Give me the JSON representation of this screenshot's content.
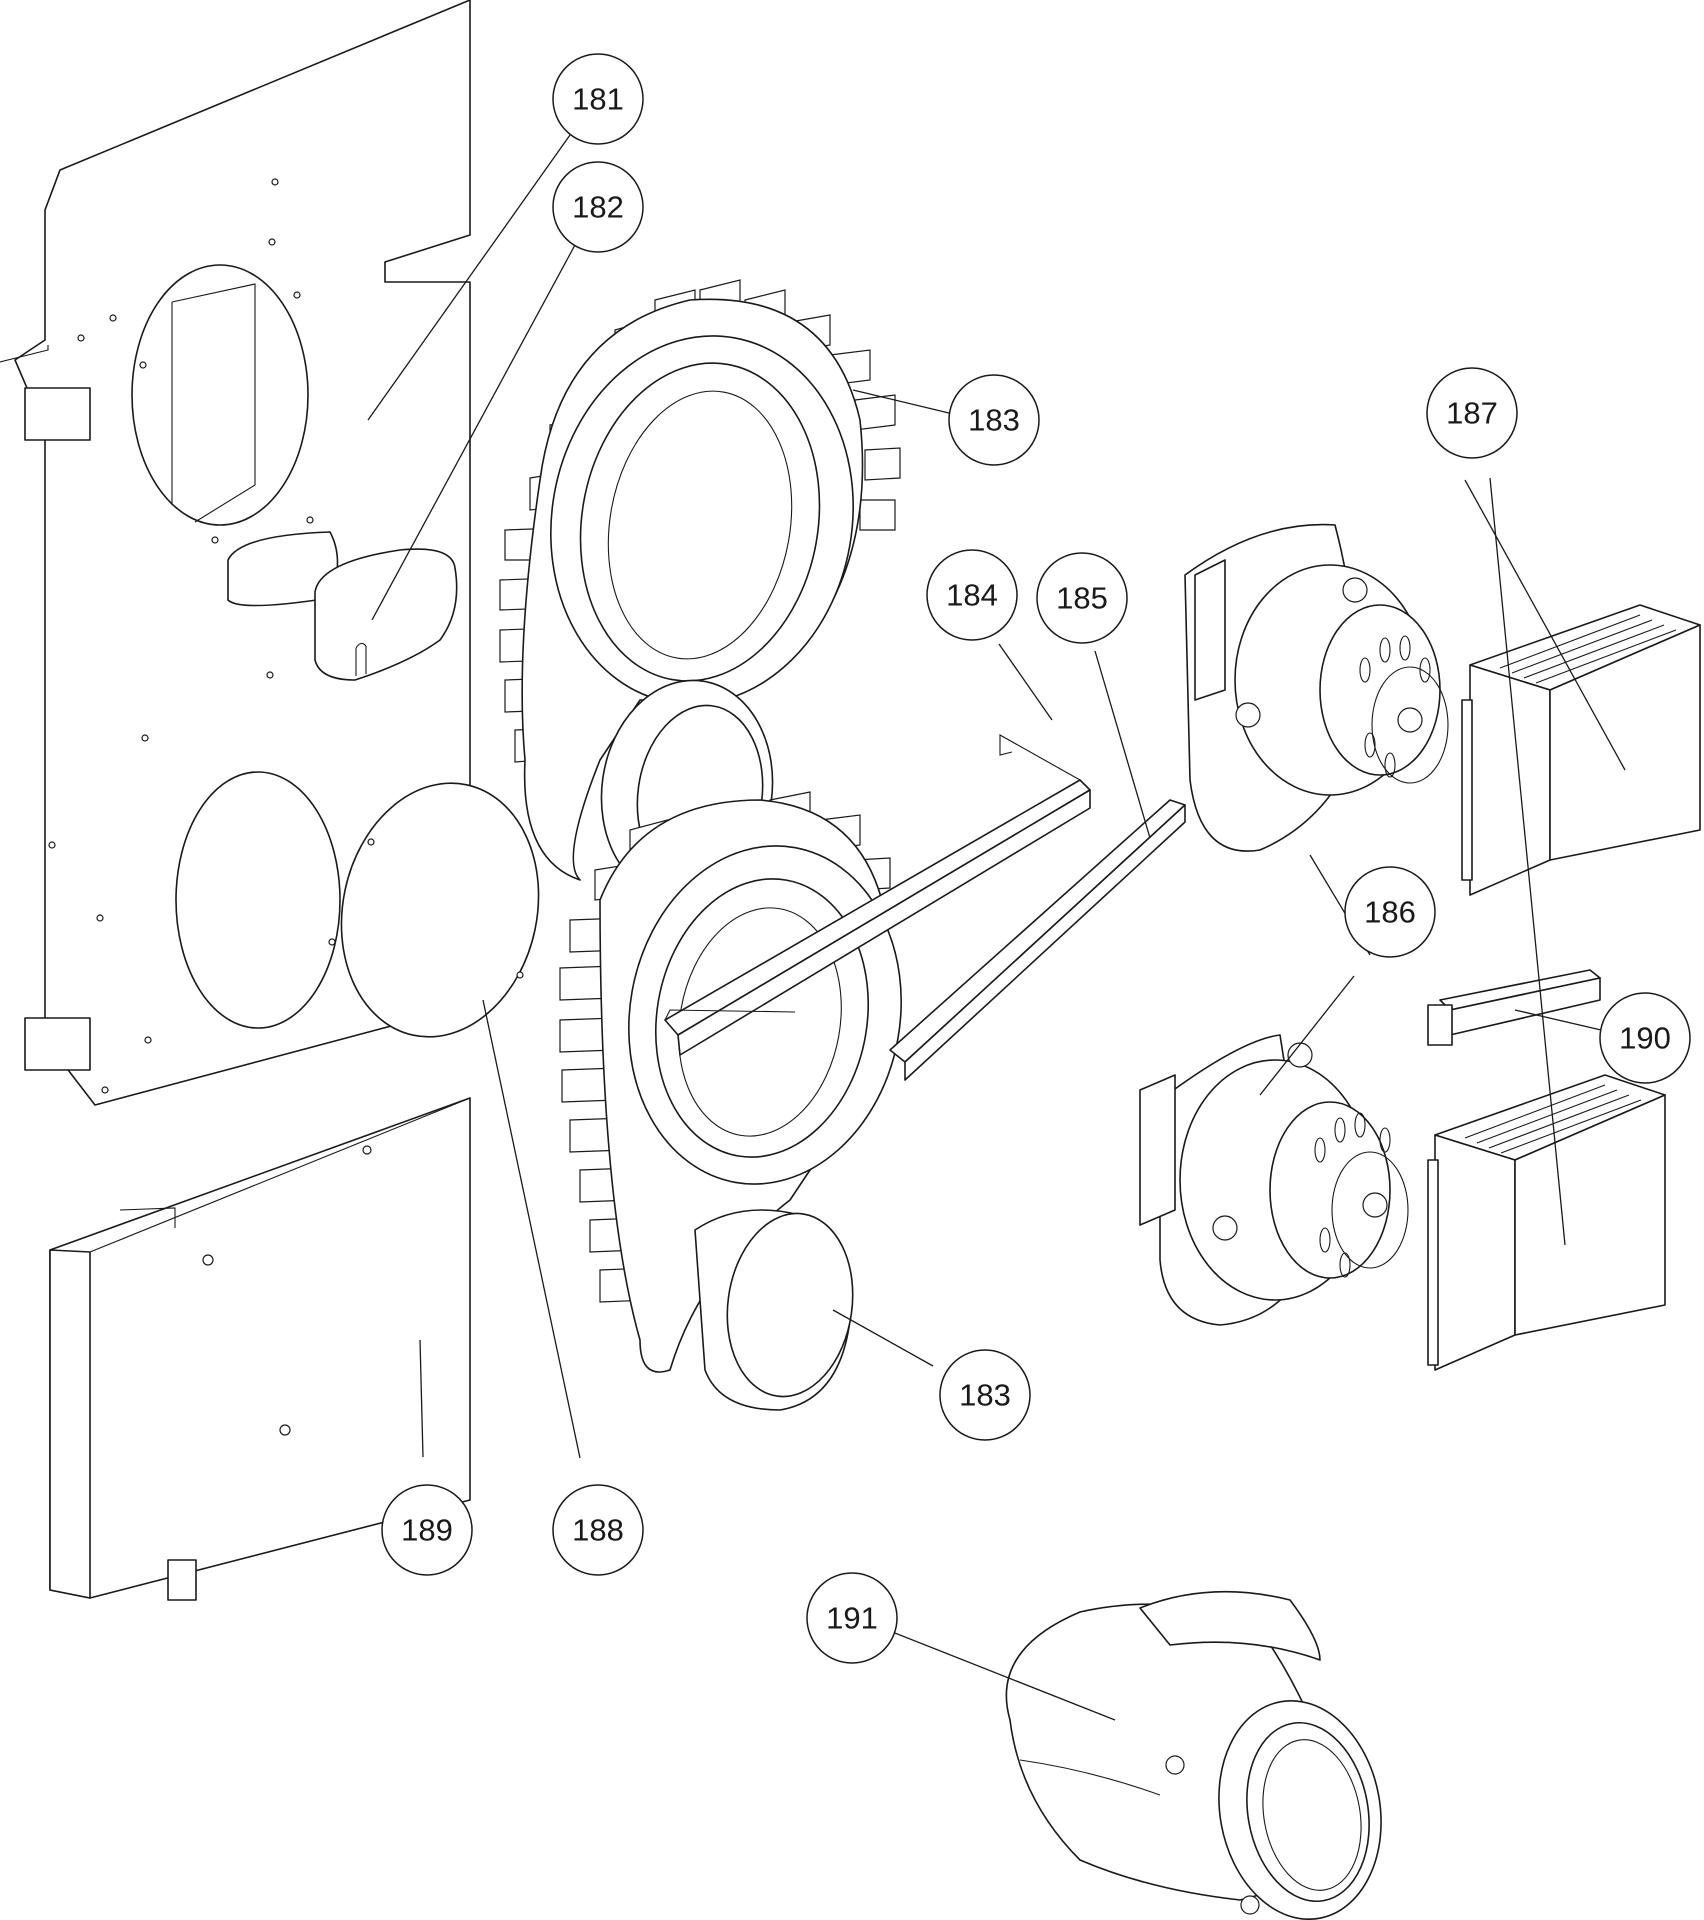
{
  "callouts": [
    {
      "id": "c181",
      "label": "181"
    },
    {
      "id": "c182",
      "label": "182"
    },
    {
      "id": "c183a",
      "label": "183"
    },
    {
      "id": "c183b",
      "label": "183"
    },
    {
      "id": "c184",
      "label": "184"
    },
    {
      "id": "c185",
      "label": "185"
    },
    {
      "id": "c186",
      "label": "186"
    },
    {
      "id": "c187",
      "label": "187"
    },
    {
      "id": "c188",
      "label": "188"
    },
    {
      "id": "c189",
      "label": "189"
    },
    {
      "id": "c190",
      "label": "190"
    },
    {
      "id": "c191",
      "label": "191"
    }
  ]
}
